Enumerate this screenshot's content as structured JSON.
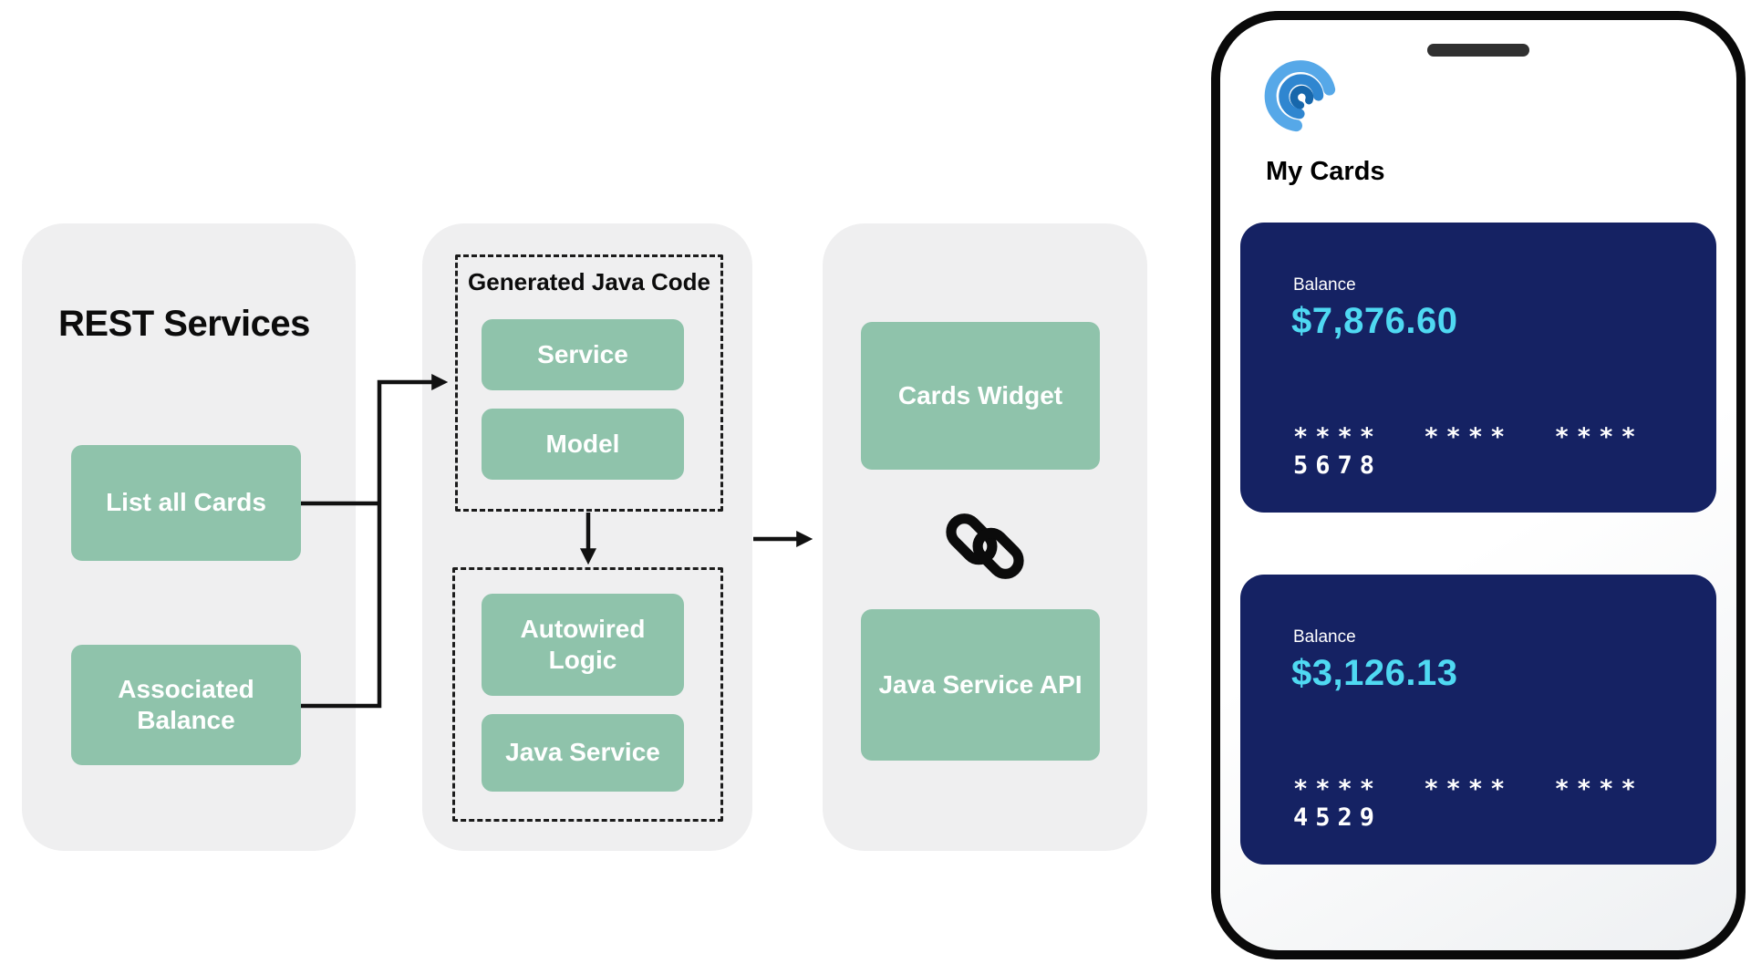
{
  "colors": {
    "panel_bg": "#efeff0",
    "node_green": "#8fc3ab",
    "card_navy": "#152263",
    "amount_cyan": "#4fd9f2",
    "arrow_black": "#111111",
    "logo_blue": "#2f86d0"
  },
  "diagram": {
    "rest": {
      "title": "REST Services",
      "endpoints": [
        {
          "label": "List all Cards"
        },
        {
          "label": "Associated Balance"
        }
      ]
    },
    "generated": {
      "group_title": "Generated Java Code",
      "generated_nodes": [
        {
          "label": "Service"
        },
        {
          "label": "Model"
        }
      ],
      "logic_nodes": [
        {
          "label": "Autowired Logic"
        },
        {
          "label": "Java Service"
        }
      ]
    },
    "integration": {
      "nodes": [
        {
          "label": "Cards Widget"
        },
        {
          "label": "Java Service API"
        }
      ],
      "link_icon": "chain-link-icon"
    }
  },
  "phone": {
    "app_title": "My Cards",
    "logo": "wave-logo-icon",
    "cards": [
      {
        "balance_label": "Balance",
        "amount": "$7,876.60",
        "masked_number": "**** **** **** 5678"
      },
      {
        "balance_label": "Balance",
        "amount": "$3,126.13",
        "masked_number": "**** **** **** 4529"
      }
    ]
  }
}
